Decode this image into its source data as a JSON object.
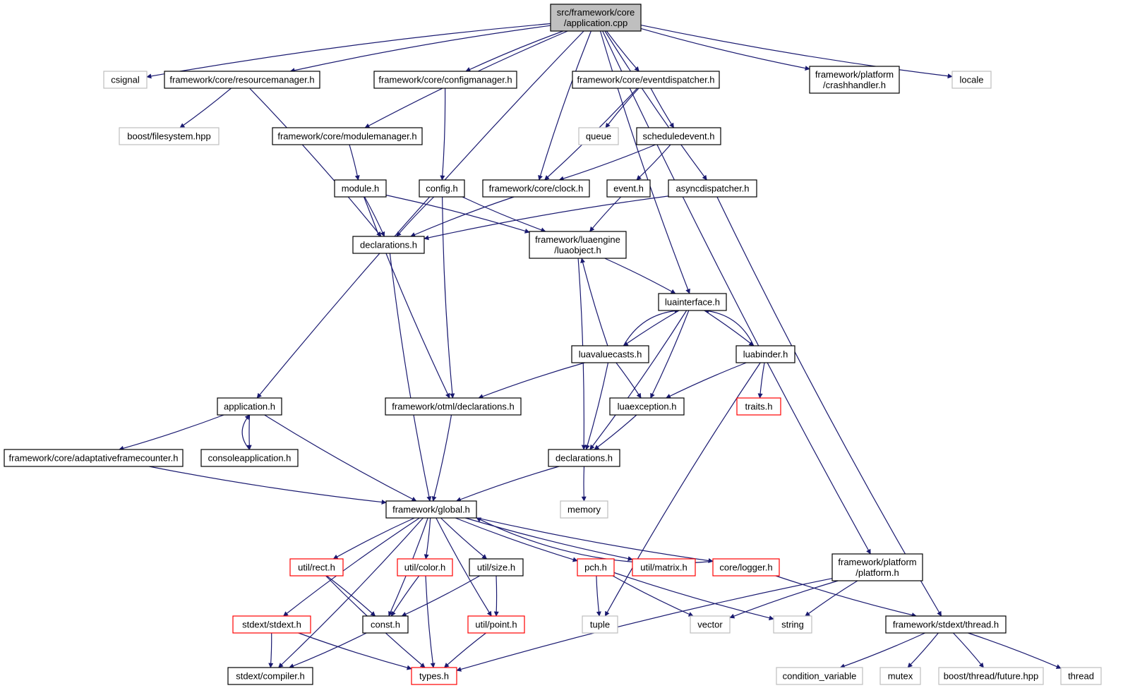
{
  "diagram": {
    "colors": {
      "edge": "#191970",
      "node_normal": "#000000",
      "node_truncated": "#ff0000",
      "node_external": "#bfbfbf",
      "root_fill": "#bfbfbf"
    },
    "nodes": [
      {
        "id": "application_cpp",
        "lines": [
          "src/framework/core",
          "/application.cpp"
        ],
        "style": "root"
      },
      {
        "id": "csignal",
        "lines": [
          "csignal"
        ],
        "style": "external"
      },
      {
        "id": "resourcemanager",
        "lines": [
          "framework/core/resourcemanager.h"
        ],
        "style": "normal"
      },
      {
        "id": "configmanager",
        "lines": [
          "framework/core/configmanager.h"
        ],
        "style": "normal"
      },
      {
        "id": "eventdispatcher",
        "lines": [
          "framework/core/eventdispatcher.h"
        ],
        "style": "normal"
      },
      {
        "id": "crashhandler",
        "lines": [
          "framework/platform",
          "/crashhandler.h"
        ],
        "style": "normal"
      },
      {
        "id": "locale",
        "lines": [
          "locale"
        ],
        "style": "external"
      },
      {
        "id": "filesystem",
        "lines": [
          "boost/filesystem.hpp"
        ],
        "style": "external"
      },
      {
        "id": "modulemanager",
        "lines": [
          "framework/core/modulemanager.h"
        ],
        "style": "normal"
      },
      {
        "id": "queue",
        "lines": [
          "queue"
        ],
        "style": "external"
      },
      {
        "id": "scheduledevent",
        "lines": [
          "scheduledevent.h"
        ],
        "style": "normal"
      },
      {
        "id": "module",
        "lines": [
          "module.h"
        ],
        "style": "normal"
      },
      {
        "id": "config",
        "lines": [
          "config.h"
        ],
        "style": "normal"
      },
      {
        "id": "clock",
        "lines": [
          "framework/core/clock.h"
        ],
        "style": "normal"
      },
      {
        "id": "event",
        "lines": [
          "event.h"
        ],
        "style": "normal"
      },
      {
        "id": "asyncdispatcher",
        "lines": [
          "asyncdispatcher.h"
        ],
        "style": "normal"
      },
      {
        "id": "declarations_core",
        "lines": [
          "declarations.h"
        ],
        "style": "normal"
      },
      {
        "id": "luaobject",
        "lines": [
          "framework/luaengine",
          "/luaobject.h"
        ],
        "style": "normal"
      },
      {
        "id": "luainterface",
        "lines": [
          "luainterface.h"
        ],
        "style": "normal"
      },
      {
        "id": "luavaluecasts",
        "lines": [
          "luavaluecasts.h"
        ],
        "style": "normal"
      },
      {
        "id": "luabinder",
        "lines": [
          "luabinder.h"
        ],
        "style": "normal"
      },
      {
        "id": "application_h",
        "lines": [
          "application.h"
        ],
        "style": "normal"
      },
      {
        "id": "otml_declarations",
        "lines": [
          "framework/otml/declarations.h"
        ],
        "style": "normal"
      },
      {
        "id": "luaexception",
        "lines": [
          "luaexception.h"
        ],
        "style": "normal"
      },
      {
        "id": "traits",
        "lines": [
          "traits.h"
        ],
        "style": "truncated"
      },
      {
        "id": "adaptativeframecounter",
        "lines": [
          "framework/core/adaptativeframecounter.h"
        ],
        "style": "normal"
      },
      {
        "id": "consoleapplication",
        "lines": [
          "consoleapplication.h"
        ],
        "style": "normal"
      },
      {
        "id": "declarations_lua",
        "lines": [
          "declarations.h"
        ],
        "style": "normal"
      },
      {
        "id": "global",
        "lines": [
          "framework/global.h"
        ],
        "style": "normal"
      },
      {
        "id": "memory",
        "lines": [
          "memory"
        ],
        "style": "external"
      },
      {
        "id": "rect",
        "lines": [
          "util/rect.h"
        ],
        "style": "truncated"
      },
      {
        "id": "color",
        "lines": [
          "util/color.h"
        ],
        "style": "truncated"
      },
      {
        "id": "size",
        "lines": [
          "util/size.h"
        ],
        "style": "normal"
      },
      {
        "id": "pch",
        "lines": [
          "pch.h"
        ],
        "style": "truncated"
      },
      {
        "id": "matrix",
        "lines": [
          "util/matrix.h"
        ],
        "style": "truncated"
      },
      {
        "id": "logger",
        "lines": [
          "core/logger.h"
        ],
        "style": "truncated"
      },
      {
        "id": "platform",
        "lines": [
          "framework/platform",
          "/platform.h"
        ],
        "style": "normal"
      },
      {
        "id": "stdext",
        "lines": [
          "stdext/stdext.h"
        ],
        "style": "truncated"
      },
      {
        "id": "const",
        "lines": [
          "const.h"
        ],
        "style": "normal"
      },
      {
        "id": "point",
        "lines": [
          "util/point.h"
        ],
        "style": "truncated"
      },
      {
        "id": "tuple",
        "lines": [
          "tuple"
        ],
        "style": "external"
      },
      {
        "id": "vector",
        "lines": [
          "vector"
        ],
        "style": "external"
      },
      {
        "id": "string",
        "lines": [
          "string"
        ],
        "style": "external"
      },
      {
        "id": "thread_h",
        "lines": [
          "framework/stdext/thread.h"
        ],
        "style": "normal"
      },
      {
        "id": "compiler",
        "lines": [
          "stdext/compiler.h"
        ],
        "style": "normal"
      },
      {
        "id": "types",
        "lines": [
          "types.h"
        ],
        "style": "truncated"
      },
      {
        "id": "condition_variable",
        "lines": [
          "condition_variable"
        ],
        "style": "external"
      },
      {
        "id": "mutex",
        "lines": [
          "mutex"
        ],
        "style": "external"
      },
      {
        "id": "future",
        "lines": [
          "boost/thread/future.hpp"
        ],
        "style": "external"
      },
      {
        "id": "thread",
        "lines": [
          "thread"
        ],
        "style": "external"
      }
    ],
    "edges": [
      [
        "application_cpp",
        "csignal"
      ],
      [
        "application_cpp",
        "resourcemanager"
      ],
      [
        "application_cpp",
        "configmanager"
      ],
      [
        "application_cpp",
        "eventdispatcher"
      ],
      [
        "application_cpp",
        "crashhandler"
      ],
      [
        "application_cpp",
        "locale"
      ],
      [
        "application_cpp",
        "modulemanager"
      ],
      [
        "application_cpp",
        "clock"
      ],
      [
        "application_cpp",
        "asyncdispatcher"
      ],
      [
        "application_cpp",
        "luainterface"
      ],
      [
        "application_cpp",
        "application_h"
      ],
      [
        "application_cpp",
        "platform"
      ],
      [
        "resourcemanager",
        "filesystem"
      ],
      [
        "resourcemanager",
        "declarations_core"
      ],
      [
        "configmanager",
        "config"
      ],
      [
        "eventdispatcher",
        "queue"
      ],
      [
        "eventdispatcher",
        "scheduledevent"
      ],
      [
        "eventdispatcher",
        "clock"
      ],
      [
        "modulemanager",
        "module"
      ],
      [
        "scheduledevent",
        "clock"
      ],
      [
        "scheduledevent",
        "event"
      ],
      [
        "module",
        "declarations_core"
      ],
      [
        "module",
        "luaobject"
      ],
      [
        "module",
        "otml_declarations"
      ],
      [
        "config",
        "declarations_core"
      ],
      [
        "config",
        "luaobject"
      ],
      [
        "config",
        "otml_declarations"
      ],
      [
        "clock",
        "declarations_core"
      ],
      [
        "event",
        "luaobject"
      ],
      [
        "asyncdispatcher",
        "declarations_core"
      ],
      [
        "asyncdispatcher",
        "thread_h"
      ],
      [
        "declarations_core",
        "global"
      ],
      [
        "luaobject",
        "luainterface"
      ],
      [
        "luaobject",
        "declarations_lua"
      ],
      [
        "luainterface",
        "luavaluecasts"
      ],
      [
        "luainterface",
        "luabinder"
      ],
      [
        "luainterface",
        "luaexception"
      ],
      [
        "luainterface",
        "declarations_lua"
      ],
      [
        "luavaluecasts",
        "luaobject"
      ],
      [
        "luavaluecasts",
        "luainterface"
      ],
      [
        "luavaluecasts",
        "otml_declarations"
      ],
      [
        "luavaluecasts",
        "luaexception"
      ],
      [
        "luavaluecasts",
        "declarations_lua"
      ],
      [
        "luabinder",
        "luainterface"
      ],
      [
        "luabinder",
        "luaexception"
      ],
      [
        "luabinder",
        "traits"
      ],
      [
        "luabinder",
        "tuple"
      ],
      [
        "application_h",
        "adaptativeframecounter"
      ],
      [
        "application_h",
        "consoleapplication"
      ],
      [
        "application_h",
        "global"
      ],
      [
        "consoleapplication",
        "application_h"
      ],
      [
        "otml_declarations",
        "global"
      ],
      [
        "luaexception",
        "declarations_lua"
      ],
      [
        "adaptativeframecounter",
        "global"
      ],
      [
        "declarations_lua",
        "global"
      ],
      [
        "declarations_lua",
        "memory"
      ],
      [
        "global",
        "rect"
      ],
      [
        "global",
        "color"
      ],
      [
        "global",
        "size"
      ],
      [
        "global",
        "pch"
      ],
      [
        "global",
        "matrix"
      ],
      [
        "global",
        "logger"
      ],
      [
        "global",
        "stdext"
      ],
      [
        "global",
        "const"
      ],
      [
        "global",
        "point"
      ],
      [
        "global",
        "compiler"
      ],
      [
        "logger",
        "global"
      ],
      [
        "logger",
        "thread_h"
      ],
      [
        "rect",
        "const"
      ],
      [
        "rect",
        "types"
      ],
      [
        "color",
        "const"
      ],
      [
        "color",
        "types"
      ],
      [
        "size",
        "const"
      ],
      [
        "size",
        "point"
      ],
      [
        "pch",
        "tuple"
      ],
      [
        "pch",
        "vector"
      ],
      [
        "pch",
        "string"
      ],
      [
        "platform",
        "vector"
      ],
      [
        "platform",
        "string"
      ],
      [
        "platform",
        "types"
      ],
      [
        "stdext",
        "compiler"
      ],
      [
        "stdext",
        "types"
      ],
      [
        "const",
        "compiler"
      ],
      [
        "point",
        "types"
      ],
      [
        "thread_h",
        "condition_variable"
      ],
      [
        "thread_h",
        "mutex"
      ],
      [
        "thread_h",
        "future"
      ],
      [
        "thread_h",
        "thread"
      ]
    ]
  }
}
